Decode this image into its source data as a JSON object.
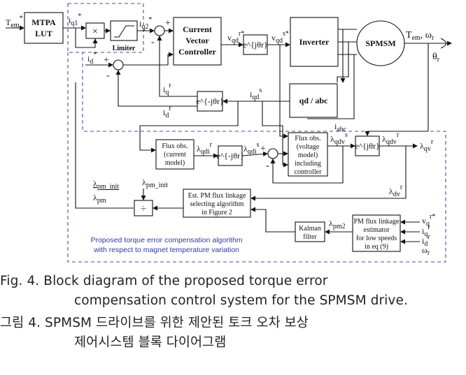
{
  "blocks": {
    "mtpa": [
      "MTPA",
      "LUT"
    ],
    "multiply": "×",
    "limiter": "Limiter",
    "current_controller": [
      "Current",
      "Vector",
      "Controller"
    ],
    "rot1": "e^{jθr}",
    "inverter": "Inverter",
    "spmsm": "SPMSM",
    "qd_abc": "qd / abc",
    "rot_inv": "e^{-jθr}",
    "flux_current": [
      "Flux obs.",
      "(current",
      "model)"
    ],
    "rot_inv2": "e^{-jθr}",
    "flux_voltage": [
      "Flux obs.",
      "(voltage",
      "model)",
      "including",
      "controller"
    ],
    "rot2": "e^{jθr}",
    "divide": "÷",
    "est_pm": [
      "Est. PM flux linkage",
      "selecting algorithm",
      "in Figure 2"
    ],
    "kalman": [
      "Kalman",
      "filter"
    ],
    "pm_estimator": [
      "PM flux linkage",
      "estimator",
      "for low speeds",
      "in eq (9)"
    ]
  },
  "signals": {
    "tem_ref": "T",
    "tem_ref_sub": "em",
    "tem_ref_sup": "*",
    "iq1": "i",
    "iq1_sub": "q1",
    "iq1_sup": "*",
    "iq2": "i",
    "iq2_sub": "q2",
    "iq2_sup": "*",
    "vqd_r": "v",
    "vqd_r_sub": "qd",
    "vqd_r_sup": "r*",
    "vqd_s": "v",
    "vqd_s_sub": "qd",
    "vqd_s_sup": "s*",
    "tem_out": "T",
    "tem_out_sub": "em",
    "tem_out_rest": ", ω",
    "tem_out_rest_sub": "r",
    "theta_r": "θ",
    "theta_r_sub": "r",
    "id_ref": "i",
    "id_ref_sub": "d",
    "id_ref_sup": "*",
    "iq_r": "i",
    "iq_r_sub": "q",
    "iq_r_sup": "r",
    "id_r": "i",
    "id_r_sub": "d",
    "id_r_sup": "r",
    "iqd_s": "i",
    "iqd_s_sub": "qd",
    "iqd_s_sup": "s",
    "iabc": "i",
    "iabc_sub": "abc",
    "lam_qdi_r": "λ",
    "lam_qdi_r_sub": "qdi",
    "lam_qdi_r_sup": "r",
    "lam_qdi_s": "λ",
    "lam_qdi_s_sub": "qdi",
    "lam_qdi_s_sup": "s",
    "lam_qdv_s": "λ",
    "lam_qdv_s_sub": "qdv",
    "lam_qdv_s_sup": "s",
    "lam_qdv_r": "λ",
    "lam_qdv_r_sub": "qdv",
    "lam_qdv_r_sup": "r",
    "lam_qv_r": "λ",
    "lam_qv_r_sub": "qv",
    "lam_qv_r_sup": "r",
    "lam_dv_r": "λ",
    "lam_dv_r_sub": "dv",
    "lam_dv_r_sup": "r",
    "lam_pm_init_a": "λ",
    "lam_pm_init_a_sub": "pm_init",
    "lam_pm_init_b": "λ",
    "lam_pm_init_b_sub": "pm_init",
    "lam_pm": "λ",
    "lam_pm_sub": "pm",
    "lam_pm2": "λ",
    "lam_pm2_sub": "pm2",
    "vq_r": "v",
    "vq_r_sub": "q",
    "vq_r_sup": "r*",
    "iq_in": "i",
    "iq_in_sub": "q",
    "iq_in_sup": "r",
    "id_in": "i",
    "id_in_sub": "d",
    "id_in_sup": "r",
    "wr_in": "ω",
    "wr_in_sub": "r"
  },
  "signs": {
    "plus1": "+",
    "minus1": "-",
    "plus2": "+",
    "minus2": "-",
    "plus3": "+",
    "minus3": "-"
  },
  "proposed_label": [
    "Proposed torque error compensation algorithm",
    "with respect to magnet temperature variation"
  ],
  "caption": {
    "en_line1": "Fig.  4. Block diagram of the proposed torque error",
    "en_line2": "compensation control system for the SPMSM drive.",
    "ko_line1": "그림 4. SPMSM 드라이브를 위한 제안된 토크 오차 보상",
    "ko_line2": "제어시스템 블록 다이어그램"
  },
  "colors": {
    "dashed_box": "#4a4aa8",
    "proposed_text": "#2f3aa6"
  }
}
